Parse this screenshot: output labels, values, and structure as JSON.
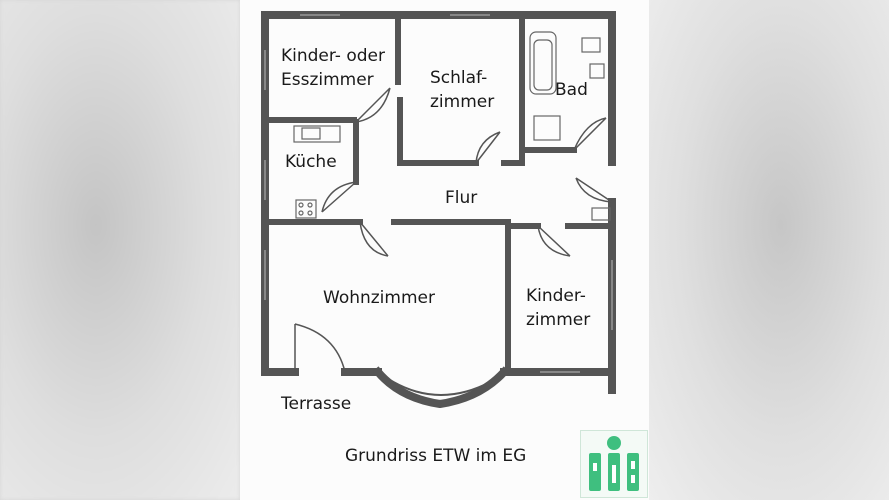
{
  "rooms": {
    "kinder_ess_line1": "Kinder- oder",
    "kinder_ess_line2": "Esszimmer",
    "schlaf_line1": "Schlaf-",
    "schlaf_line2": "zimmer",
    "bad": "Bad",
    "kueche": "Küche",
    "flur": "Flur",
    "wohnzimmer": "Wohnzimmer",
    "kinder2_line1": "Kinder-",
    "kinder2_line2": "zimmer",
    "terrasse": "Terrasse"
  },
  "caption": "Grundriss ETW im EG",
  "logo": {
    "icon": "hib-logo-icon",
    "color": "#3fbf7f"
  },
  "colors": {
    "wall": "#555555",
    "ink": "#1a1a1a"
  }
}
